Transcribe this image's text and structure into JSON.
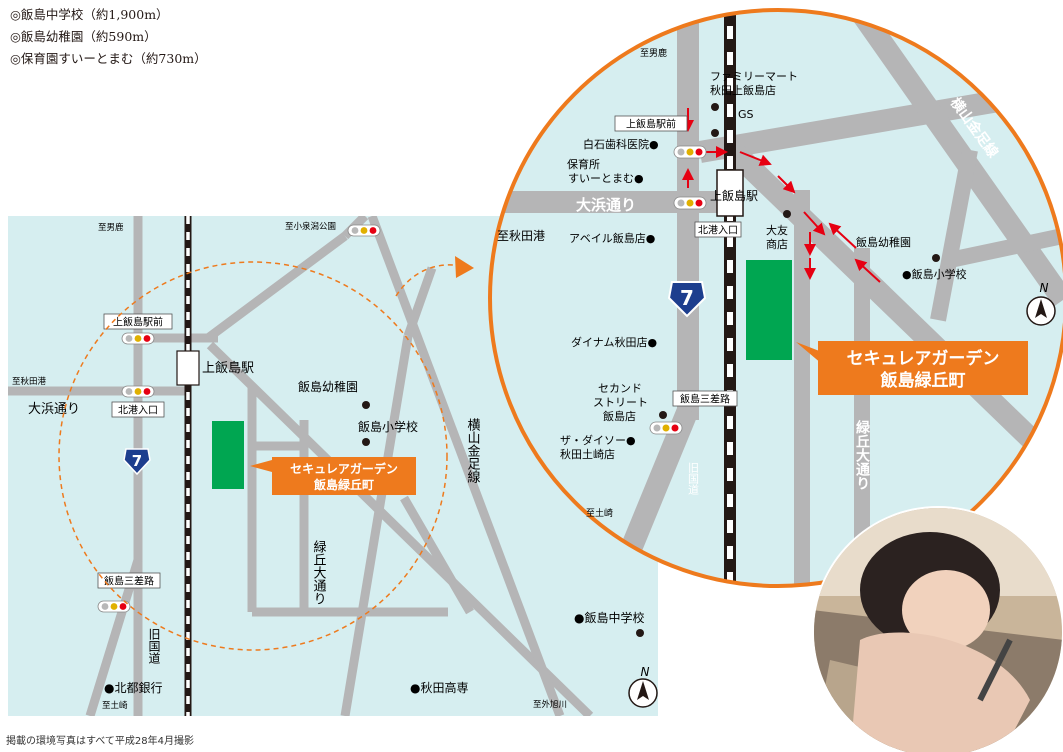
{
  "nearby_facilities": [
    "◎飯島中学校（約1,900m）",
    "◎飯島幼稚園（約590m）",
    "◎保育園すいーとまむ（約730m）"
  ],
  "caption": "掲載の環境写真はすべて平成28年4月撮影",
  "colors": {
    "map_bg": "#d6eef0",
    "road": "#b5b5b6",
    "accent_orange": "#ee7a1d",
    "property_green": "#00a651",
    "route_arrow": "#e60012",
    "route_badge": "#1d3e8e"
  },
  "wide_map": {
    "dest_top_left": "至男鹿",
    "dest_top_mid": "至小泉潟公園",
    "dest_left": "至秋田港",
    "dest_bottom_left": "至土崎",
    "dest_bottom_right": "至外旭川",
    "signal_label_1": "上飯島駅前",
    "signal_label_2": "北港入口",
    "signal_label_3": "飯島三差路",
    "station": "上飯島駅",
    "road_oohama": "大浜通り",
    "road_yokoyama": "横山金足線",
    "road_midorioka": "緑丘大通り",
    "road_kyukokudo": "旧国道",
    "route_number": "7",
    "kindergarten": "飯島幼稚園",
    "elementary": "飯島小学校",
    "junior_high": "●飯島中学校",
    "bank": "●北都銀行",
    "college": "●秋田高専",
    "property_line1": "セキュレアガーデン",
    "property_line2": "飯島緑丘町",
    "north": "N"
  },
  "detail_map": {
    "dest_top": "至男鹿",
    "dest_left": "至秋田港",
    "dest_bottom": "至土崎",
    "familymart_line1": "ファミリーマート",
    "familymart_line2": "秋田上飯島店",
    "gas_station": "GS",
    "signal_label_1": "上飯島駅前",
    "signal_label_2": "北港入口",
    "signal_label_3": "飯島三差路",
    "dental": "白石歯科医院●",
    "nursery_line1": "保育所",
    "nursery_line2": "すいーとまむ●",
    "station": "上飯島駅",
    "road_oohama": "大浜通り",
    "road_yokoyama": "横山金足線",
    "road_midorioka": "緑丘大通り",
    "road_kyukokudo": "旧国道",
    "avail": "アベイル飯島店●",
    "otomo_line1": "大友",
    "otomo_line2": "商店",
    "kindergarten": "飯島幼稚園",
    "elementary": "●飯島小学校",
    "dynam": "ダイナム秋田店●",
    "second_line1": "セカンド",
    "second_line2": "ストリート",
    "second_line3": "飯島店",
    "daiso_line1": "ザ・ダイソー●",
    "daiso_line2": "秋田土崎店",
    "route_number": "7",
    "property_line1": "セキュレアガーデン",
    "property_line2": "飯島緑丘町",
    "north": "N"
  }
}
